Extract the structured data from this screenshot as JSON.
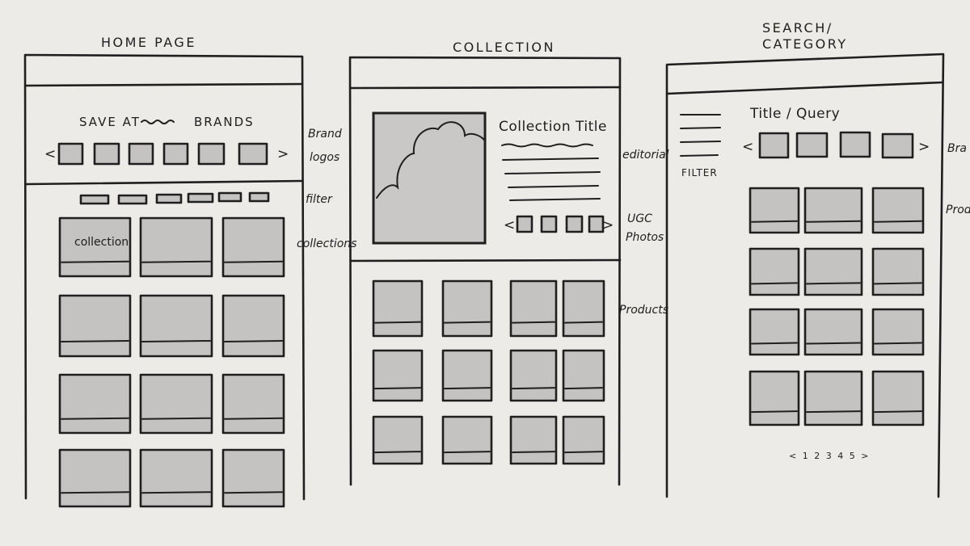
{
  "labels": {
    "home_title": "HOME PAGE",
    "collection_title": "COLLECTION",
    "search_title_line1": "SEARCH/",
    "search_title_line2": "CATEGORY",
    "home_hero_left": "SAVE AT",
    "home_hero_right": "BRANDS",
    "home_collection_tile": "collection",
    "collection_heading": "Collection Title",
    "search_heading": "Title / Query",
    "filter_label": "FILTER",
    "prev_arrow": "<",
    "next_arrow": ">",
    "pagination": "< 1 2 3 4 5 >"
  },
  "annotations": {
    "brand_logos_line1": "Brand",
    "brand_logos_line2": "logos",
    "filter": "filter",
    "collections": "collections",
    "editorial": "editorial",
    "ugc_line1": "UGC",
    "ugc_line2": "Photos",
    "products": "Products",
    "search_brands_cut": "Bra",
    "search_products_cut": "Prod"
  },
  "colors": {
    "paper": "#ecebe8",
    "ink": "#1f1f1f",
    "marker_fill": "#c4c3c2"
  }
}
